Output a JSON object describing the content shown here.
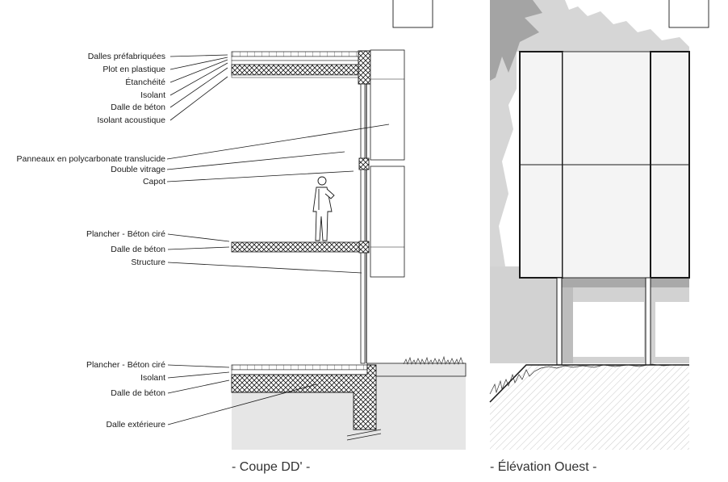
{
  "section": {
    "caption": "- Coupe DD' -",
    "labels": {
      "dalles_prefab": "Dalles préfabriquées",
      "plot": "Plot en plastique",
      "etancheite": "Étanchéité",
      "isolant_roof": "Isolant",
      "dalle_beton_roof": "Dalle de béton",
      "isolant_acoustique": "Isolant acoustique",
      "panneaux": "Panneaux en polycarbonate translucide",
      "double_vitrage": "Double vitrage",
      "capot": "Capot",
      "plancher_mid": "Plancher  - Béton ciré",
      "dalle_beton_mid": "Dalle de béton",
      "structure": "Structure",
      "plancher_ground": "Plancher  - Béton ciré",
      "isolant_ground": "Isolant",
      "dalle_beton_ground": "Dalle de béton",
      "dalle_exterieure": "Dalle extérieure"
    }
  },
  "elevation": {
    "caption": "- Élévation Ouest -"
  },
  "colors": {
    "line": "#1a1a1a",
    "ground_fill": "#e6e6e6",
    "shadow": "#bdbdbd",
    "panel": "#f4f4f4",
    "tree": "#b5b5b5"
  }
}
